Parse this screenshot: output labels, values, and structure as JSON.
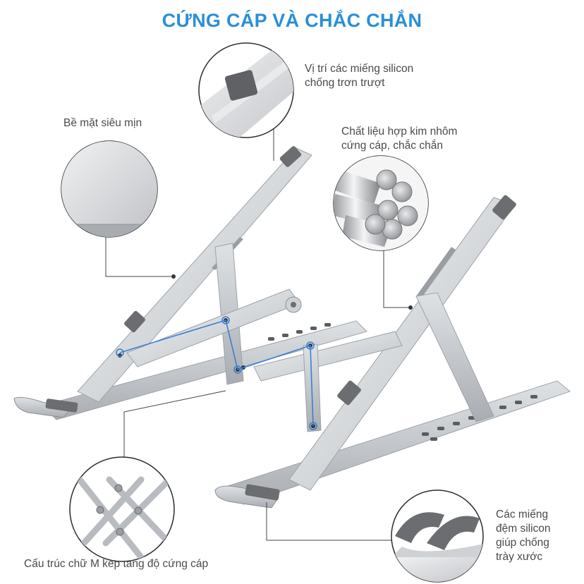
{
  "title": "CỨNG CÁP VÀ CHẮC CHẮN",
  "labels": {
    "silicon_pads": [
      "Vị trí các miếng silicon",
      "chống trơn trượt"
    ],
    "surface": [
      "Bề mặt siêu mịn"
    ],
    "material": [
      "Chất liệu hợp kim nhôm",
      "cứng cáp, chắc chắn"
    ],
    "structure": [
      "Cấu trúc chữ M kép tăng độ cứng cáp"
    ],
    "pads_bottom": [
      "Các miếng",
      "đệm silicon",
      "giúp chống",
      "trày xước"
    ]
  },
  "colors": {
    "title": "#2a8fd6",
    "aluminum": "#d9dcdf",
    "pad": "#6b6d70",
    "callout_line": "#444444",
    "highlight": "#3b7fd4"
  }
}
